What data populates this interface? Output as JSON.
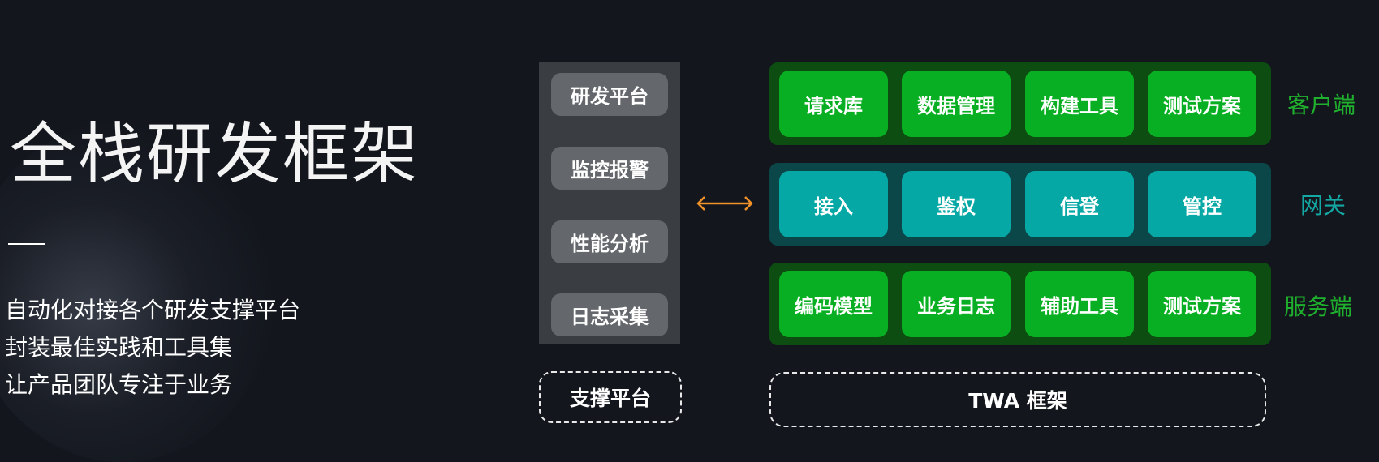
{
  "title": "全栈研发框架",
  "bullets": [
    "自动化对接各个研发支撑平台",
    "封装最佳实践和工具集",
    "让产品团队专注于业务"
  ],
  "support_platform": {
    "items": [
      "研发平台",
      "监控报警",
      "性能分析",
      "日志采集"
    ],
    "label": "支撑平台"
  },
  "twa": {
    "layers": [
      {
        "name": "客户端",
        "label_color": "#1fb12d",
        "items": [
          "请求库",
          "数据管理",
          "构建工具",
          "测试方案"
        ]
      },
      {
        "name": "网关",
        "label_color": "#14a8a4",
        "items": [
          "接入",
          "鉴权",
          "信登",
          "管控"
        ]
      },
      {
        "name": "服务端",
        "label_color": "#1fb12d",
        "items": [
          "编码模型",
          "业务日志",
          "辅助工具",
          "测试方案"
        ]
      }
    ],
    "label": "TWA 框架"
  },
  "colors": {
    "background": "#13161d",
    "green_cell": "#09af22",
    "teal_cell": "#05a8a4",
    "arrow": "#f0922a"
  },
  "icons": {
    "connector": "double-arrow-icon"
  }
}
